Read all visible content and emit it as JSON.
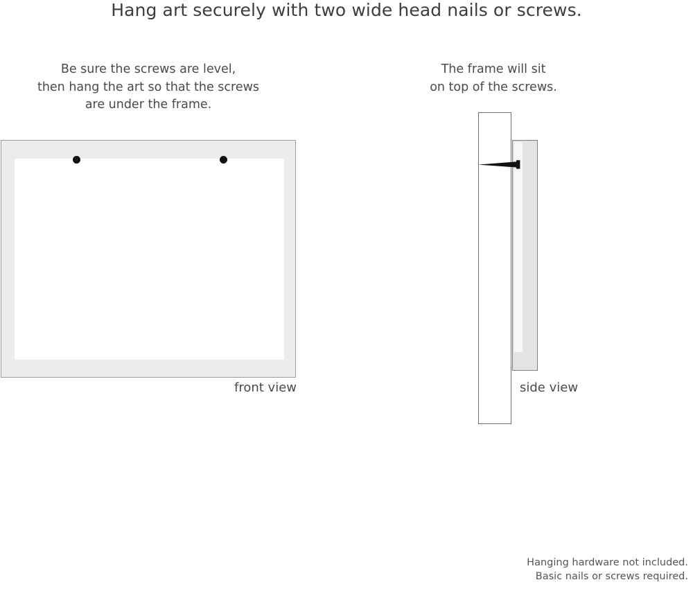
{
  "headline": "Hang art securely with two wide head nails or screws.",
  "captions": {
    "left": {
      "line1": "Be sure the screws are level,",
      "line2": "then hang the art so that the screws",
      "line3": "are under the frame."
    },
    "right": {
      "line1": "The frame will sit",
      "line2": "on top of the screws."
    }
  },
  "labels": {
    "front_view": "front view",
    "side_view": "side view"
  },
  "disclaimer": {
    "line1": "Hanging hardware not included.",
    "line2": "Basic nails or screws required."
  },
  "icons": {
    "screw_dot_left": "screw-head-dot-icon",
    "screw_dot_right": "screw-head-dot-icon",
    "nail": "nail-side-profile-icon"
  },
  "colors": {
    "page_background": "#ffffff",
    "text": "#444444",
    "headline_text": "#3d3d3d",
    "frame_mat": "#ececec",
    "frame_outline": "#9a9a9e",
    "artwork_white": "#ffffff",
    "screw_dot": "#111111",
    "wall_outline": "#6f6f73",
    "side_frame_fill": "#e3e3e3",
    "side_frame_outline": "#7d7d81",
    "side_frame_inner": "#f7f7f7",
    "nail": "#111111"
  }
}
